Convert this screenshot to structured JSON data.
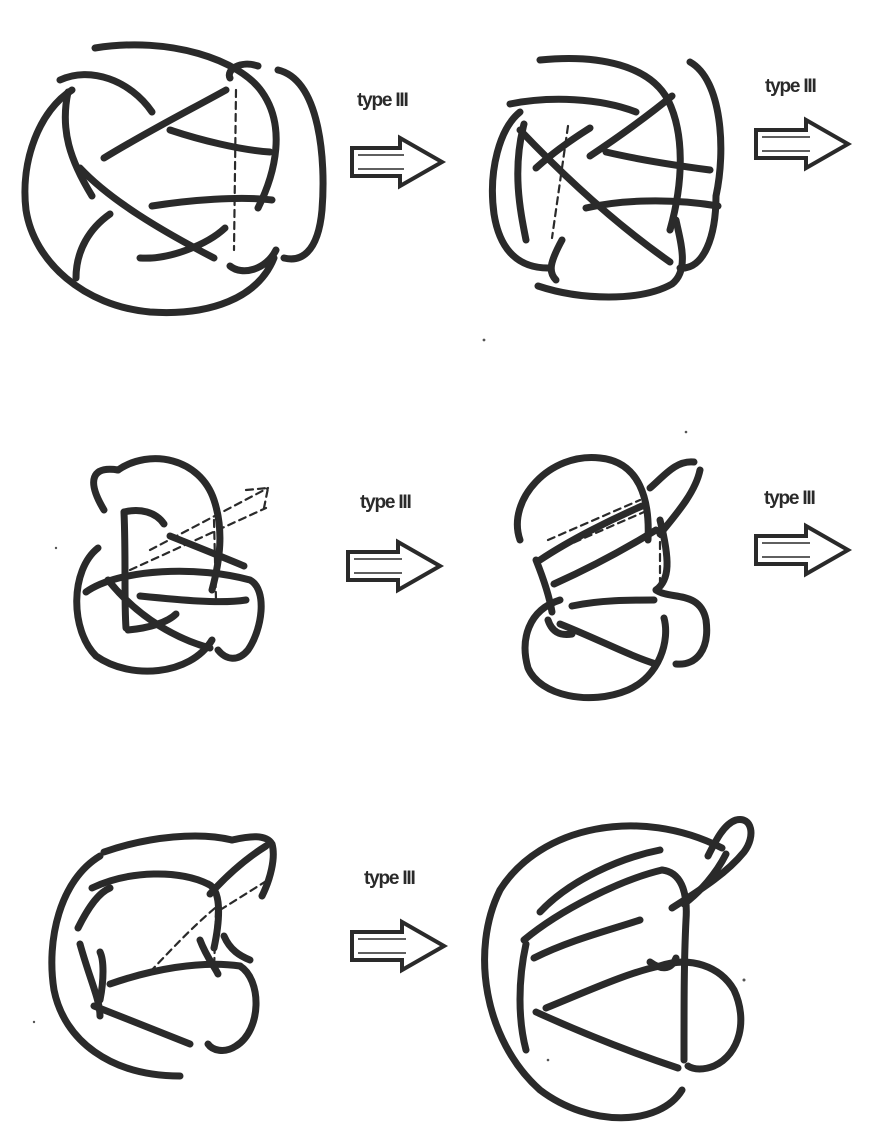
{
  "figure": {
    "moves": [
      {
        "label": "type III"
      },
      {
        "label": "type III"
      },
      {
        "label": "type III"
      },
      {
        "label": "type III"
      },
      {
        "label": "type III"
      }
    ]
  }
}
